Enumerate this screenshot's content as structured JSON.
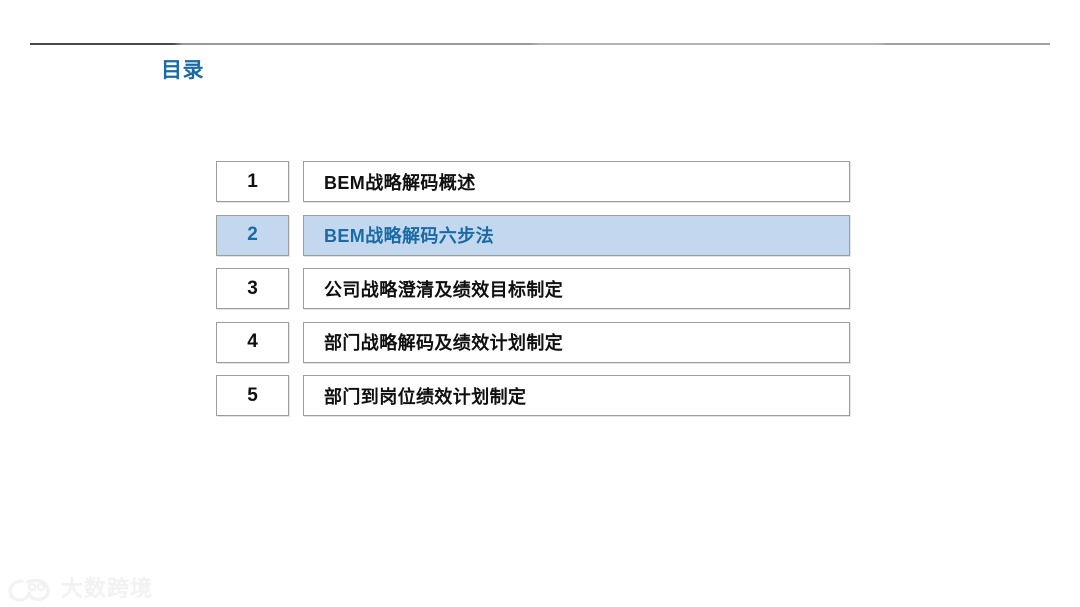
{
  "slide": {
    "title": "目录",
    "title_color": "#1a6ba5",
    "background_color": "#ffffff",
    "divider_color": "#4a4a4a"
  },
  "toc": {
    "active_index": 2,
    "active_bg_color": "#c3d8ee",
    "active_text_color": "#1a6ba5",
    "rows": [
      {
        "number": "1",
        "label": "BEM战略解码概述"
      },
      {
        "number": "2",
        "label": "BEM战略解码六步法"
      },
      {
        "number": "3",
        "label": "公司战略澄清及绩效目标制定"
      },
      {
        "number": "4",
        "label": "部门战略解码及绩效计划制定"
      },
      {
        "number": "5",
        "label": "部门到岗位绩效计划制定"
      }
    ]
  },
  "watermark": {
    "text": "大数跨境",
    "logo_icon": "dashujingjing-logo-icon",
    "color": "#f2f2f2"
  }
}
